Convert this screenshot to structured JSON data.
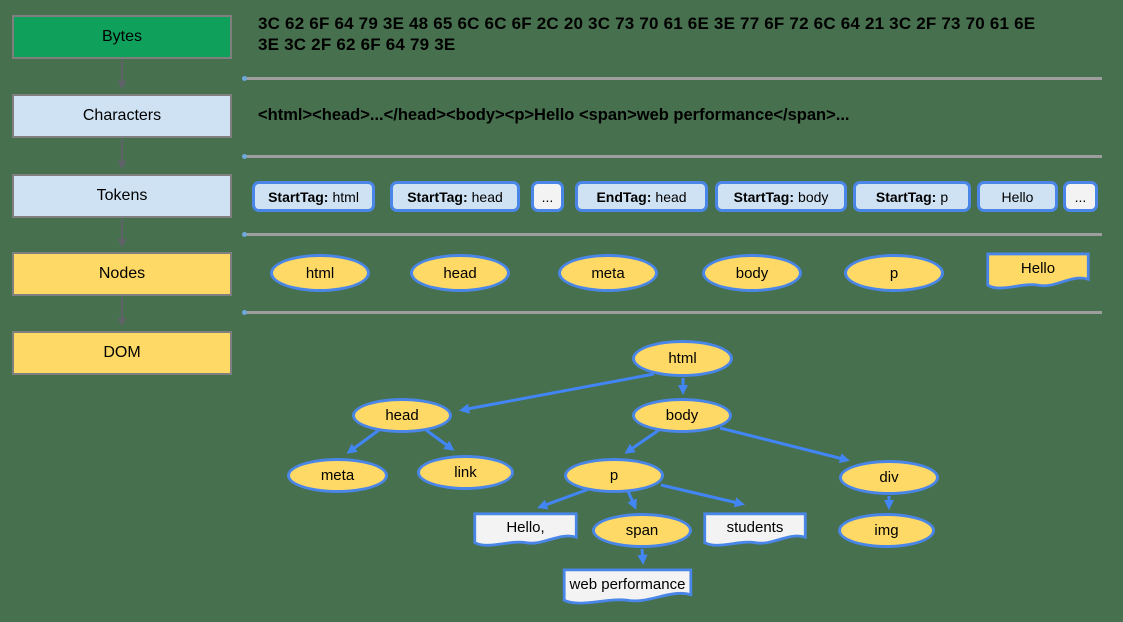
{
  "colors": {
    "background": "#47704E",
    "stage_green": "#0FA05C",
    "stage_blue": "#CFE2F3",
    "stage_yellow": "#FFD966",
    "node_fill": "#FFD966",
    "node_border": "#4A86E8",
    "arrow_blue": "#4285F4",
    "token_fill_blue": "#CFE2F3",
    "token_fill_gray": "#F3F3F3",
    "text_node_fill": "#F3F3F3",
    "divider_gray": "#9E9E9E",
    "flow_arrow_gray": "#5F6368",
    "stage_border_gray": "#7F7F7F"
  },
  "stages": [
    {
      "label": "Bytes"
    },
    {
      "label": "Characters"
    },
    {
      "label": "Tokens"
    },
    {
      "label": "Nodes"
    },
    {
      "label": "DOM"
    }
  ],
  "bytes_row": {
    "hex_text": "3C 62 6F 64 79 3E 48 65 6C 6C 6F 2C 20 3C 73 70 61 6E 3E 77 6F 72 6C 64 21 3C 2F 73 70 61 6E 3E 3C 2F 62 6F 64 79 3E"
  },
  "characters_row": {
    "text": "<html><head>...</head><body><p>Hello <span>web performance</span>..."
  },
  "tokens_row": {
    "tokens": [
      {
        "type": "StartTag:",
        "value": "html"
      },
      {
        "type": "StartTag:",
        "value": "head"
      },
      {
        "type": "",
        "value": "..."
      },
      {
        "type": "EndTag:",
        "value": "head"
      },
      {
        "type": "StartTag:",
        "value": "body"
      },
      {
        "type": "StartTag:",
        "value": "p"
      },
      {
        "type": "",
        "value": "Hello"
      },
      {
        "type": "",
        "value": "..."
      }
    ]
  },
  "nodes_row": {
    "items": [
      {
        "label": "html",
        "shape": "ellipse"
      },
      {
        "label": "head",
        "shape": "ellipse"
      },
      {
        "label": "meta",
        "shape": "ellipse"
      },
      {
        "label": "body",
        "shape": "ellipse"
      },
      {
        "label": "p",
        "shape": "ellipse"
      },
      {
        "label": "Hello",
        "shape": "wave"
      }
    ]
  },
  "dom_tree": {
    "nodes": [
      {
        "label": "html",
        "kind": "element"
      },
      {
        "label": "head",
        "kind": "element"
      },
      {
        "label": "body",
        "kind": "element"
      },
      {
        "label": "meta",
        "kind": "element"
      },
      {
        "label": "link",
        "kind": "element"
      },
      {
        "label": "p",
        "kind": "element"
      },
      {
        "label": "div",
        "kind": "element"
      },
      {
        "label": "Hello,",
        "kind": "text"
      },
      {
        "label": "span",
        "kind": "element"
      },
      {
        "label": "students",
        "kind": "text"
      },
      {
        "label": "img",
        "kind": "element"
      },
      {
        "label": "web performance",
        "kind": "text"
      }
    ],
    "edges": [
      [
        "html",
        "head"
      ],
      [
        "html",
        "body"
      ],
      [
        "head",
        "meta"
      ],
      [
        "head",
        "link"
      ],
      [
        "body",
        "p"
      ],
      [
        "body",
        "div"
      ],
      [
        "p",
        "Hello,"
      ],
      [
        "p",
        "span"
      ],
      [
        "p",
        "students"
      ],
      [
        "div",
        "img"
      ],
      [
        "span",
        "web performance"
      ]
    ]
  }
}
